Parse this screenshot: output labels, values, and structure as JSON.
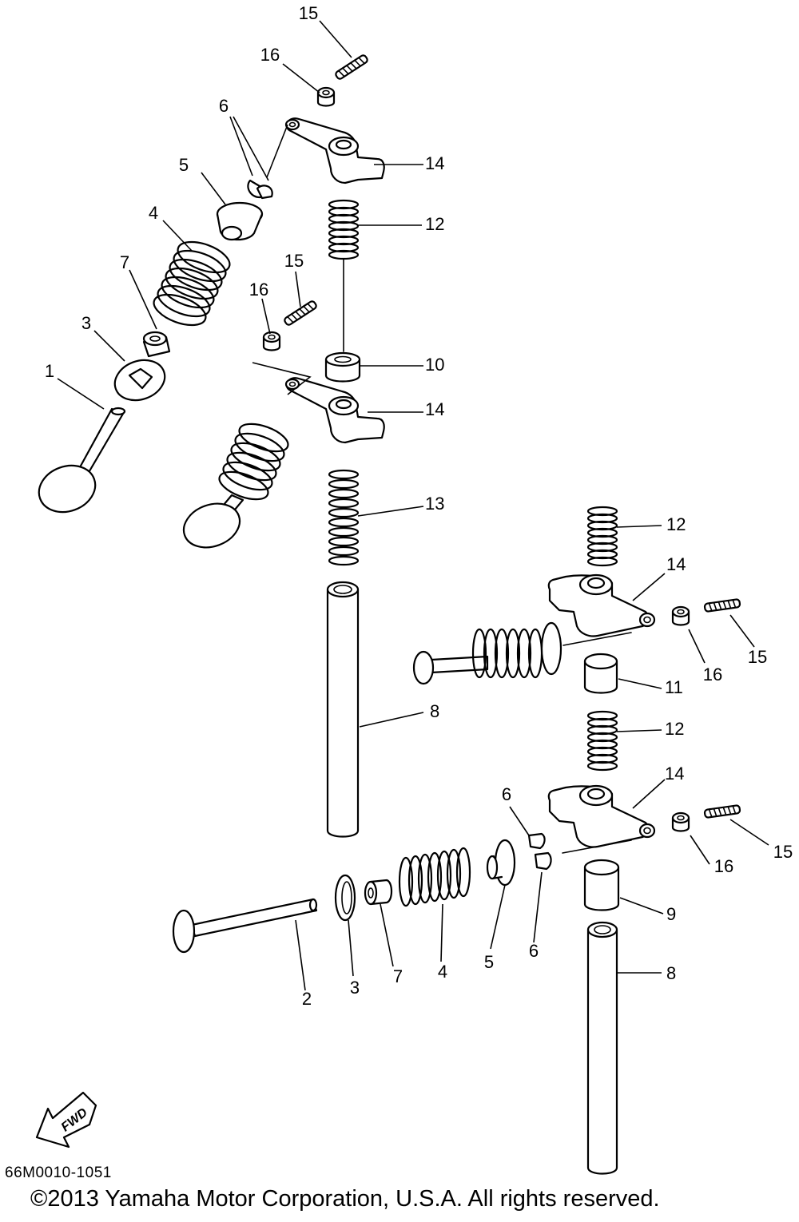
{
  "diagram": {
    "callouts": {
      "c15a": "15",
      "c16a": "16",
      "c6a": "6",
      "c14a": "14",
      "c5a": "5",
      "c12a": "12",
      "c4a": "4",
      "c15b": "15",
      "c7a": "7",
      "c16b": "16",
      "c3a": "3",
      "c10": "10",
      "c1": "1",
      "c14b": "14",
      "c13": "13",
      "c12b": "12",
      "c14c": "14",
      "c15c": "15",
      "c16c": "16",
      "c11": "11",
      "c8a": "8",
      "c12c": "12",
      "c14d": "14",
      "c6b": "6",
      "c15d": "15",
      "c16d": "16",
      "c9": "9",
      "c6c": "6",
      "c8b": "8",
      "c5b": "5",
      "c4b": "4",
      "c7b": "7",
      "c3b": "3",
      "c2": "2"
    },
    "fwd_label": "FWD",
    "diagram_code": "66M0010-1051",
    "copyright": "©2013 Yamaha Motor Corporation, U.S.A. All rights reserved."
  }
}
